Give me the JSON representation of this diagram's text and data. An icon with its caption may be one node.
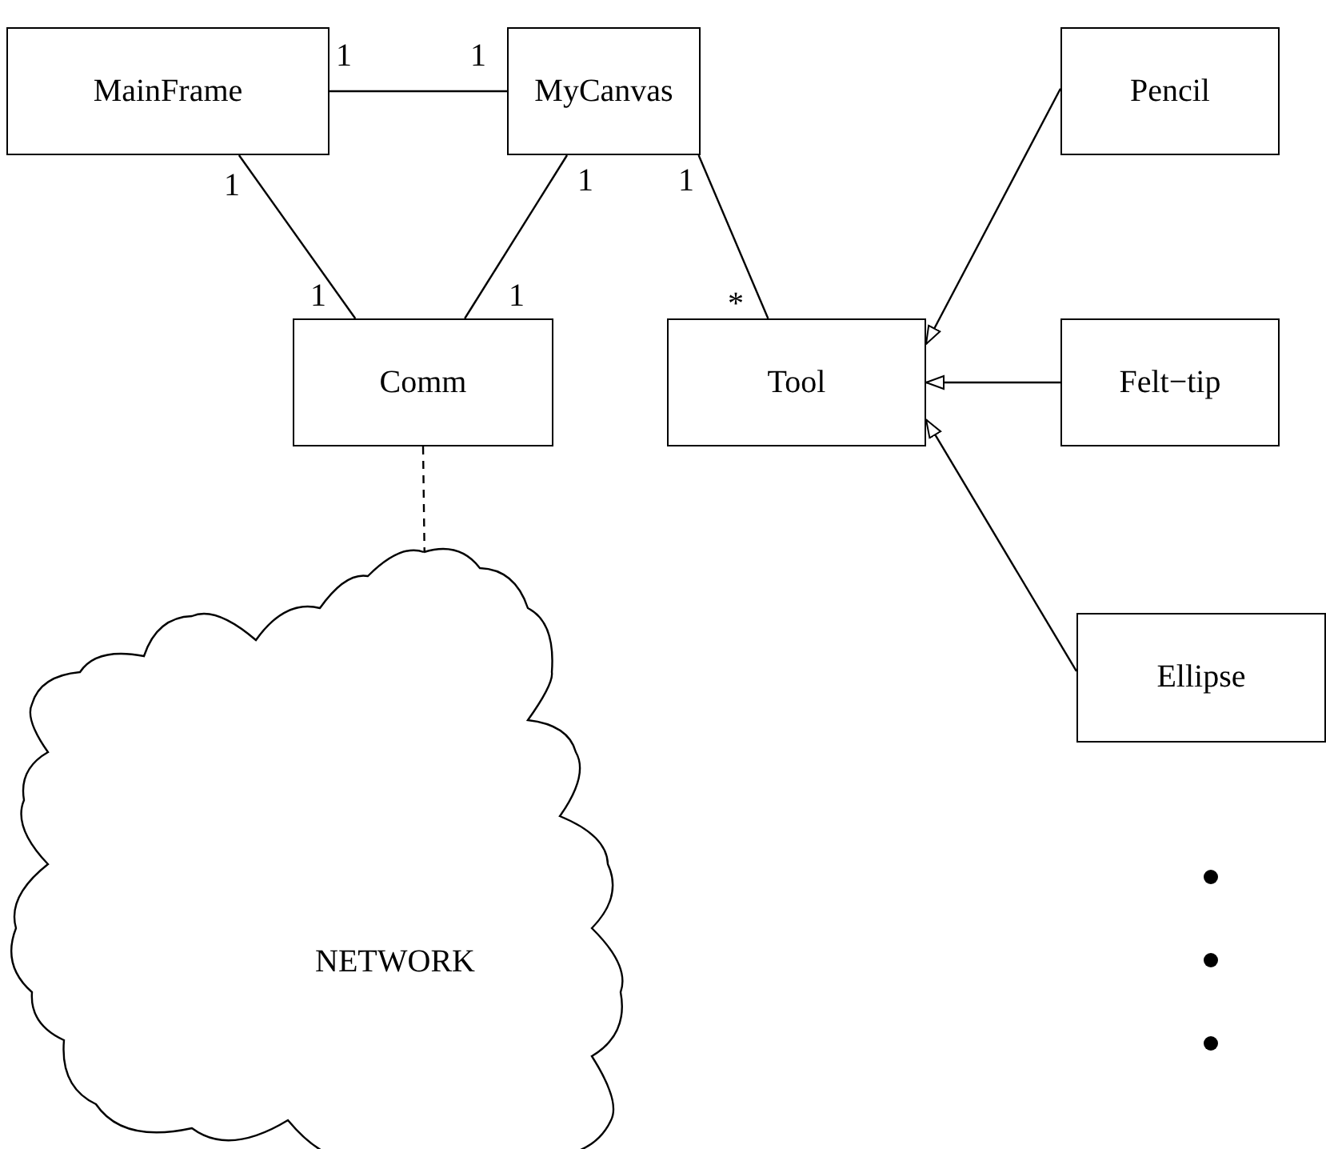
{
  "diagram": {
    "nodes": [
      {
        "text": [
          "MainFrame"
        ]
      },
      {
        "text": [
          "MyCanvas"
        ]
      },
      {
        "text": [
          "Pencil"
        ]
      },
      {
        "text": [
          "Comm"
        ]
      },
      {
        "text": [
          "Tool"
        ]
      },
      {
        "text": [
          "Felt−tip"
        ]
      },
      {
        "text": [
          "Ellipse"
        ]
      },
      {
        "text": [
          "NETWORK"
        ]
      }
    ],
    "edges": [
      {
        "from": 0,
        "to": 1,
        "arrow": "none"
      },
      {
        "from": 0,
        "to": 3,
        "arrow": "none"
      },
      {
        "from": 1,
        "to": 3,
        "arrow": "none"
      },
      {
        "from": 1,
        "to": 4,
        "arrow": "none"
      },
      {
        "from": 2,
        "to": 4,
        "arrow": "to"
      },
      {
        "from": 5,
        "to": 4,
        "arrow": "to"
      },
      {
        "from": 6,
        "to": 4,
        "arrow": "to"
      },
      {
        "from": 3,
        "to": 7,
        "arrow": "none",
        "style": "dashed"
      }
    ],
    "labels": [
      "1",
      "1",
      "1",
      "1",
      "1",
      "1",
      "1",
      "*"
    ]
  }
}
